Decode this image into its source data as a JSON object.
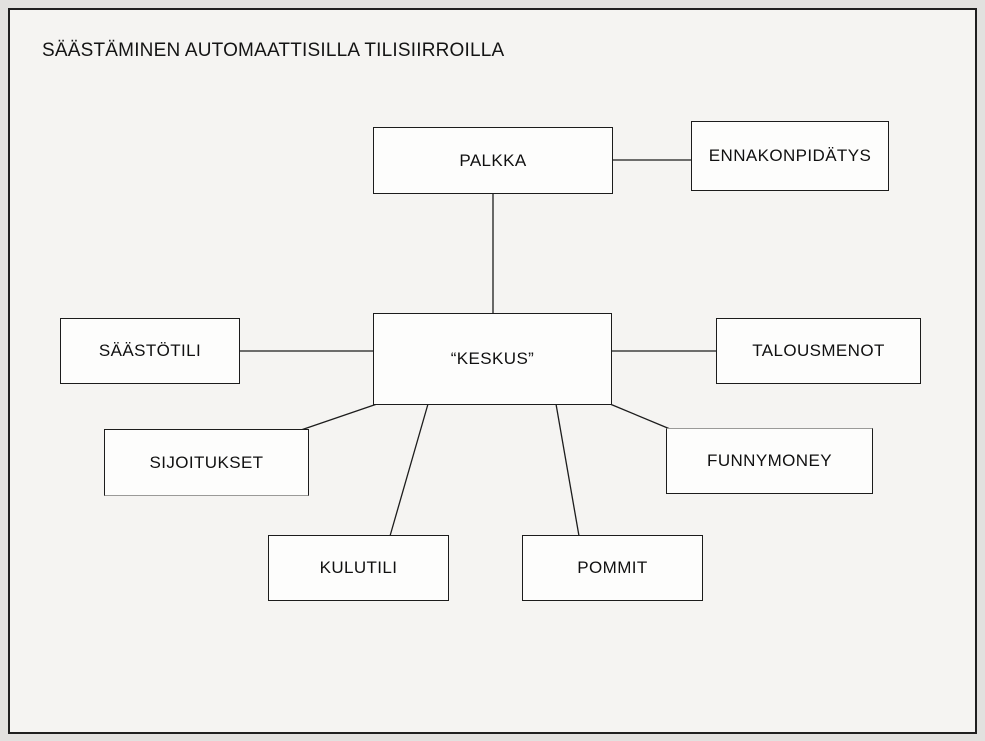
{
  "diagram": {
    "title": "SÄÄSTÄMINEN AUTOMAATTISILLA TILISIIRROILLA",
    "nodes": [
      {
        "id": "palkka",
        "label": "PALKKA"
      },
      {
        "id": "ennakonpidatys",
        "label": "ENNAKONPIDÄTYS"
      },
      {
        "id": "keskus",
        "label": "“KESKUS”"
      },
      {
        "id": "saastotili",
        "label": "SÄÄSTÖTILI"
      },
      {
        "id": "talousmenot",
        "label": "TALOUSMENOT"
      },
      {
        "id": "sijoitukset",
        "label": "SIJOITUKSET"
      },
      {
        "id": "funnymoney",
        "label": "FUNNYMONEY"
      },
      {
        "id": "kulutili",
        "label": "KULUTILI"
      },
      {
        "id": "pommit",
        "label": "POMMIT"
      }
    ],
    "edges": [
      {
        "from": "palkka",
        "to": "ennakonpidatys"
      },
      {
        "from": "palkka",
        "to": "keskus"
      },
      {
        "from": "saastotili",
        "to": "keskus"
      },
      {
        "from": "keskus",
        "to": "talousmenot"
      },
      {
        "from": "keskus",
        "to": "sijoitukset"
      },
      {
        "from": "keskus",
        "to": "kulutili"
      },
      {
        "from": "keskus",
        "to": "pommit"
      },
      {
        "from": "keskus",
        "to": "funnymoney"
      }
    ],
    "colors": {
      "page_background": "#f5f4f2",
      "outer_margin": "#e2e1df",
      "box_fill": "#fdfdfc",
      "line": "#1c1c1c",
      "text": "#101010"
    }
  }
}
